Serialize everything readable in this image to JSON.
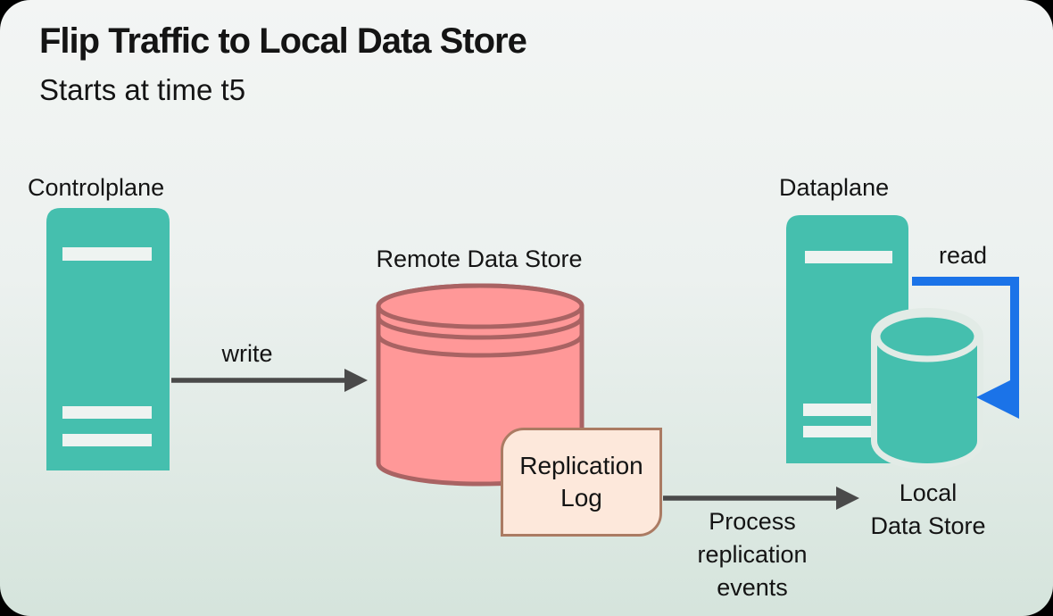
{
  "header": {
    "title": "Flip Traffic to Local Data Store",
    "subtitle": "Starts at time t5"
  },
  "nodes": {
    "controlplane": {
      "label": "Controlplane",
      "icon": "server-icon"
    },
    "remote_data_store": {
      "label": "Remote Data Store",
      "icon": "database-cylinder-icon"
    },
    "replication_log": {
      "label": "Replication\nLog"
    },
    "dataplane": {
      "label": "Dataplane",
      "icon": "server-icon"
    },
    "local_data_store": {
      "label": "Local\nData Store",
      "icon": "database-cylinder-icon"
    }
  },
  "edges": {
    "write": {
      "label": "write"
    },
    "read": {
      "label": "read"
    },
    "process_replication": {
      "label": "Process\nreplication\nevents"
    }
  },
  "colors": {
    "page_outside": "#000000",
    "bg_top": "#f3f5f4",
    "bg_bottom": "#d5e4dc",
    "teal": "#45bfae",
    "server_slot": "#eef3f1",
    "pink_fill": "#ff9898",
    "pink_stroke": "#a96363",
    "card_fill": "#fde8db",
    "card_stroke": "#ab7b63",
    "dark_arrow": "#4a4a4a",
    "blue_arrow": "#1b73e8",
    "halo": "#e2ebe6",
    "text": "#141414"
  }
}
